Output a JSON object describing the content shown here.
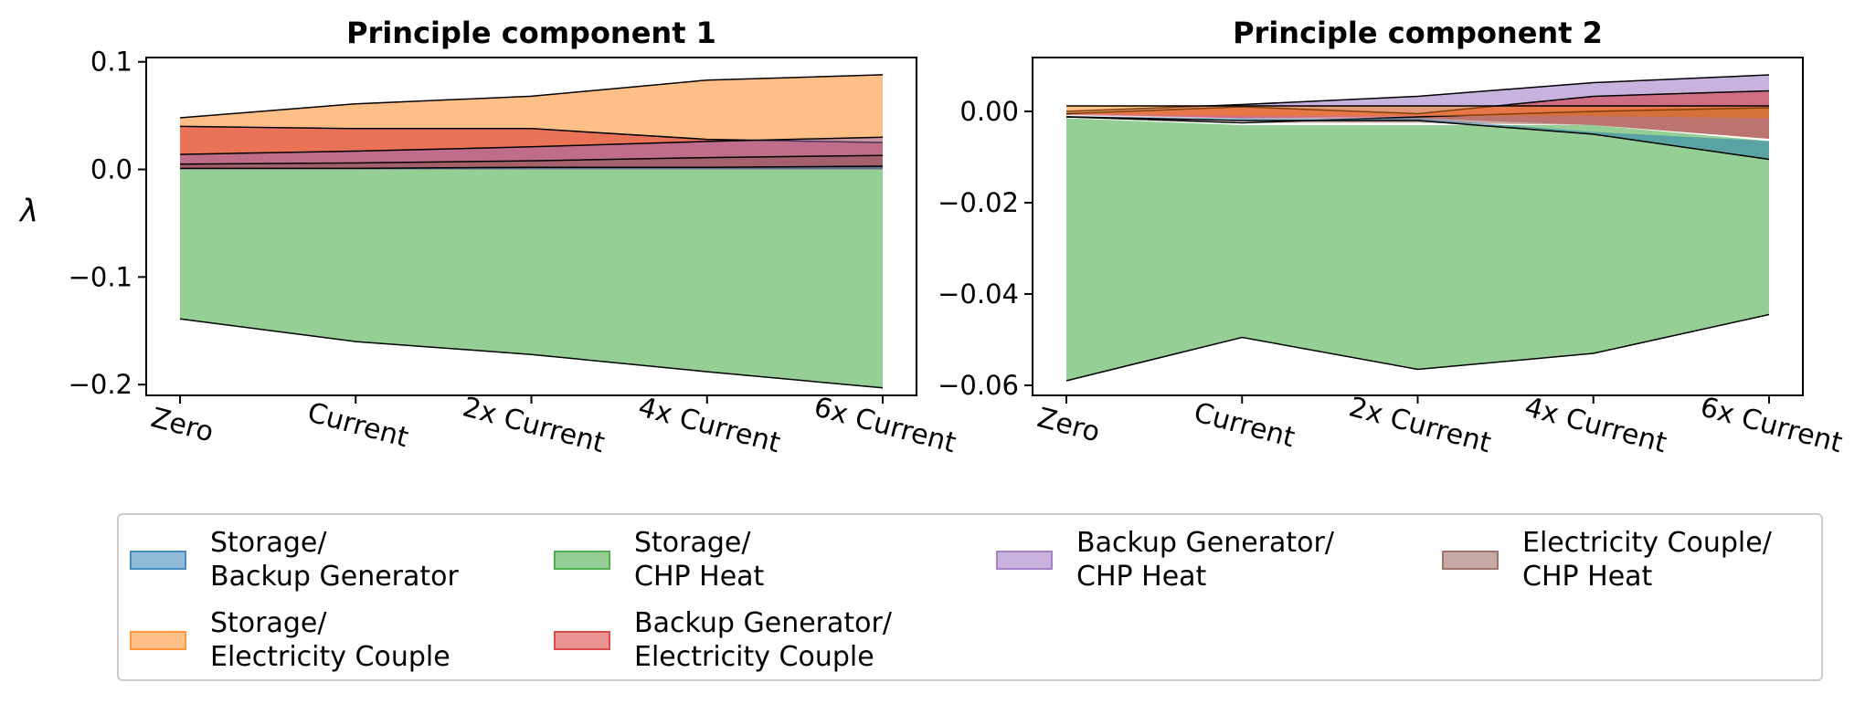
{
  "chart_data": [
    {
      "type": "area",
      "title": "Principle component 1",
      "ylabel": "λ",
      "categories": [
        "Zero",
        "Current",
        "2x Current",
        "4x Current",
        "6x Current"
      ],
      "ylim": [
        -0.21,
        0.104
      ],
      "yticks": [
        -0.2,
        -0.1,
        0.0,
        0.1
      ],
      "ytick_labels": [
        "−0.2",
        "−0.1",
        "0.0",
        "0.1"
      ],
      "grid": false,
      "series": [
        {
          "name": "Storage/\nCHP Heat",
          "color": "#2ca02c",
          "bottom": [
            0.0,
            0.0,
            0.0,
            0.0,
            0.0
          ],
          "top": [
            -0.139,
            -0.16,
            -0.172,
            -0.188,
            -0.203
          ]
        },
        {
          "name": "Storage/\nElectricity Couple",
          "color": "#ff7f0e",
          "bottom": [
            0.0,
            0.0,
            0.0,
            0.0,
            0.0
          ],
          "top": [
            0.048,
            0.061,
            0.068,
            0.083,
            0.088
          ]
        },
        {
          "name": "Backup Generator/\nElectricity Couple",
          "color": "#d62728",
          "bottom": [
            0.0,
            0.0,
            0.0,
            0.0,
            0.0
          ],
          "top": [
            0.04,
            0.038,
            0.038,
            0.028,
            0.025
          ]
        },
        {
          "name": "Backup Generator/\nCHP Heat",
          "color": "#9467bd",
          "bottom": [
            0.0,
            0.0,
            0.0,
            0.0,
            0.0
          ],
          "top": [
            0.014,
            0.017,
            0.021,
            0.026,
            0.03
          ]
        },
        {
          "name": "Electricity Couple/\nCHP Heat",
          "color": "#8c564b",
          "bottom": [
            0.0,
            0.0,
            0.0,
            0.0,
            0.0
          ],
          "top": [
            0.005,
            0.006,
            0.008,
            0.011,
            0.013
          ]
        },
        {
          "name": "Storage/\nBackup Generator",
          "color": "#1f77b4",
          "bottom": [
            0.0,
            0.0,
            0.0,
            0.0,
            0.0
          ],
          "top": [
            0.001,
            0.001,
            0.002,
            0.002,
            0.003
          ]
        }
      ]
    },
    {
      "type": "area",
      "title": "Principle component 2",
      "ylabel": "",
      "categories": [
        "Zero",
        "Current",
        "2x Current",
        "4x Current",
        "6x Current"
      ],
      "ylim": [
        -0.0622,
        0.0118
      ],
      "yticks": [
        -0.06,
        -0.04,
        -0.02,
        0.0
      ],
      "ytick_labels": [
        "−0.06",
        "−0.04",
        "−0.02",
        "0.00"
      ],
      "grid": false,
      "series": [
        {
          "name": "Storage/\nCHP Heat",
          "color": "#2ca02c",
          "bottom": [
            -0.0015,
            -0.003,
            -0.003,
            -0.003,
            -0.0065
          ],
          "top": [
            -0.059,
            -0.0495,
            -0.0565,
            -0.053,
            -0.0445
          ]
        },
        {
          "name": "Backup Generator/\nCHP Heat",
          "color": "#9467bd",
          "bottom": [
            -0.0005,
            -0.0015,
            -0.001,
            -0.001,
            -0.0015
          ],
          "top": [
            0.0,
            0.0015,
            0.0033,
            0.0063,
            0.008
          ]
        },
        {
          "name": "Backup Generator/\nElectricity Couple",
          "color": "#d62728",
          "bottom": [
            -0.0008,
            -0.0015,
            -0.0015,
            -0.003,
            -0.006
          ],
          "top": [
            -0.0005,
            0.001,
            -0.0005,
            0.0033,
            0.0045
          ]
        },
        {
          "name": "Electricity Couple/\nCHP Heat",
          "color": "#8c564b",
          "bottom": [
            -0.001,
            -0.0025,
            -0.0025,
            -0.003,
            -0.006
          ],
          "top": [
            -0.0012,
            -0.0025,
            -0.0012,
            0.0,
            0.0008
          ]
        },
        {
          "name": "Storage/\nElectricity Couple",
          "color": "#ff7f0e",
          "bottom": [
            -0.0005,
            -0.001,
            -0.001,
            -0.001,
            -0.0015
          ],
          "top": [
            0.0012,
            0.0012,
            0.0012,
            0.0012,
            0.0012
          ]
        },
        {
          "name": "Storage/\nBackup Generator",
          "color": "#1f77b4",
          "bottom": [
            -0.001,
            -0.0015,
            -0.0015,
            -0.0045,
            -0.0065
          ],
          "top": [
            -0.0012,
            -0.002,
            -0.002,
            -0.005,
            -0.0105
          ]
        }
      ]
    }
  ],
  "legend": {
    "placement": "bottom",
    "entries": [
      {
        "label": "Storage/\nBackup Generator",
        "color": "#1f77b4"
      },
      {
        "label": "Storage/\nElectricity Couple",
        "color": "#ff7f0e"
      },
      {
        "label": "Storage/\nCHP Heat",
        "color": "#2ca02c"
      },
      {
        "label": "Backup Generator/\nElectricity Couple",
        "color": "#d62728"
      },
      {
        "label": "Backup Generator/\nCHP Heat",
        "color": "#9467bd"
      },
      {
        "label": "Electricity Couple/\nCHP Heat",
        "color": "#8c564b"
      }
    ]
  }
}
